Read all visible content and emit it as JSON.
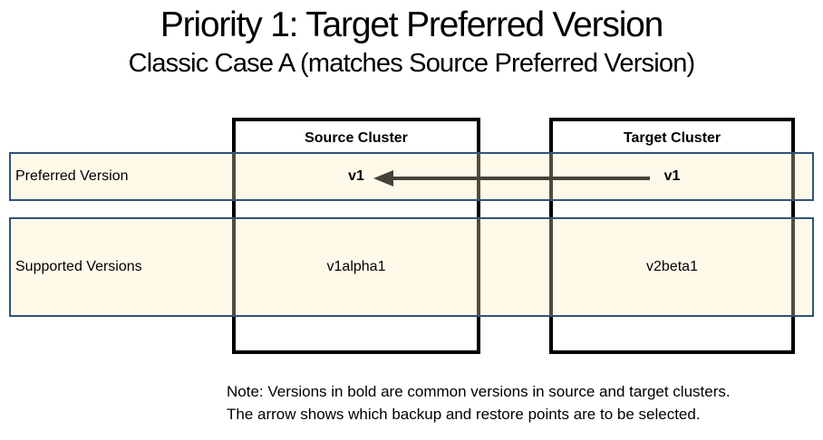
{
  "slide": {
    "title": "Priority 1: Target Preferred Version",
    "subtitle": "Classic Case A (matches Source Preferred Version)"
  },
  "table": {
    "row_labels": [
      "Preferred Version",
      "Supported Versions"
    ],
    "clusters": [
      {
        "name": "Source Cluster",
        "preferred_version": "v1",
        "supported_versions": "v1alpha1"
      },
      {
        "name": "Target Cluster",
        "preferred_version": "v1",
        "supported_versions": "v2beta1"
      }
    ]
  },
  "arrow": {
    "icon": "arrow-left-icon",
    "from": "v1",
    "to": "v1"
  },
  "note": {
    "line1": "Note: Versions in bold are common versions in source and target clusters.",
    "line2": "The arrow shows which backup and restore points are to be selected."
  },
  "colors": {
    "background": "#FFFFFF",
    "text": "#000000",
    "box_border": "#000000",
    "band_fill": "#FFF9EA",
    "band_border": "#315379",
    "arrow": "#45423A"
  }
}
